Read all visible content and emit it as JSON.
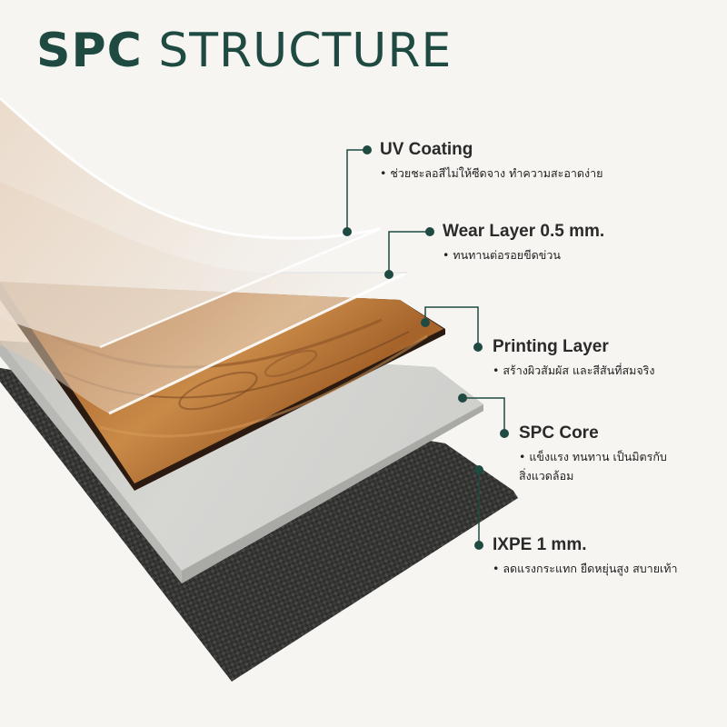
{
  "title": {
    "bold": "SPC",
    "light": "STRUCTURE"
  },
  "colors": {
    "title": "#1f4a42",
    "leader": "#1f4a42",
    "background": "#f7f5f1",
    "wood": "#a8652c",
    "core": "#cfcfcc",
    "ixpe": "#2f302e"
  },
  "layers": [
    {
      "name": "UV Coating",
      "desc_lines": [
        "ช่วยชะลอสีไม่ให้ซีดจาง ทำความสะอาดง่าย"
      ]
    },
    {
      "name": "Wear Layer 0.5 mm.",
      "desc_lines": [
        "ทนทานต่อรอยขีดข่วน"
      ]
    },
    {
      "name": "Printing Layer",
      "desc_lines": [
        "สร้างผิวสัมผัส และสีสันที่สมจริง"
      ]
    },
    {
      "name": "SPC Core",
      "desc_lines": [
        "แข็งแรง ทนทาน เป็นมิตรกับ",
        "สิ่งแวดล้อม"
      ]
    },
    {
      "name": "IXPE 1 mm.",
      "desc_lines": [
        "ลดแรงกระแทก ยืดหยุ่นสูง สบายเท้า"
      ]
    }
  ]
}
